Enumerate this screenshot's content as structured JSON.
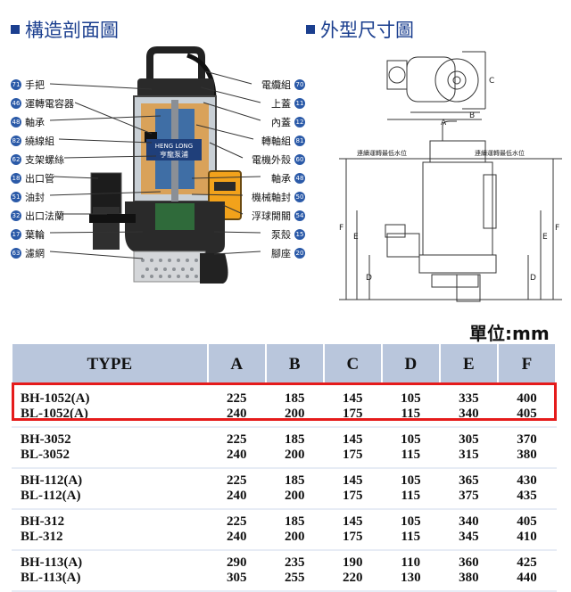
{
  "headings": {
    "cross_section": "構造剖面圖",
    "dimensions": "外型尺寸圖"
  },
  "labels_left": [
    {
      "num": "71",
      "text": "手把"
    },
    {
      "num": "46",
      "text": "運轉電容器"
    },
    {
      "num": "48",
      "text": "軸承"
    },
    {
      "num": "82",
      "text": "繞線組"
    },
    {
      "num": "62",
      "text": "支架螺絲"
    },
    {
      "num": "18",
      "text": "出口管"
    },
    {
      "num": "51",
      "text": "油封"
    },
    {
      "num": "32",
      "text": "出口法蘭"
    },
    {
      "num": "17",
      "text": "葉輪"
    },
    {
      "num": "63",
      "text": "濾網"
    }
  ],
  "labels_right": [
    {
      "num": "70",
      "text": "電纜組"
    },
    {
      "num": "11",
      "text": "上蓋"
    },
    {
      "num": "12",
      "text": "內蓋"
    },
    {
      "num": "81",
      "text": "轉軸組"
    },
    {
      "num": "60",
      "text": "電機外殼"
    },
    {
      "num": "48",
      "text": "軸承"
    },
    {
      "num": "50",
      "text": "機械軸封"
    },
    {
      "num": "54",
      "text": "浮球開關"
    },
    {
      "num": "15",
      "text": "泵殼"
    },
    {
      "num": "20",
      "text": "腳座"
    }
  ],
  "pump_brand": {
    "line1": "HENG LONG",
    "line2": "亨龍泵浦"
  },
  "drawing": {
    "dim_a": "A",
    "dim_b": "B",
    "dim_c": "C",
    "dim_d": "D",
    "dim_e": "E",
    "dim_f": "F",
    "water_level_note": "連續運轉最低水位"
  },
  "unit_label": "單位:mm",
  "table": {
    "headers": [
      "TYPE",
      "A",
      "B",
      "C",
      "D",
      "E",
      "F"
    ],
    "rows": [
      {
        "type": [
          "BH-1052(A)",
          "BL-1052(A)"
        ],
        "a": [
          "225",
          "240"
        ],
        "b": [
          "185",
          "200"
        ],
        "c": [
          "145",
          "175"
        ],
        "d": [
          "105",
          "115"
        ],
        "e": [
          "335",
          "340"
        ],
        "f": [
          "400",
          "405"
        ]
      },
      {
        "type": [
          "BH-3052",
          "BL-3052"
        ],
        "a": [
          "225",
          "240"
        ],
        "b": [
          "185",
          "200"
        ],
        "c": [
          "145",
          "175"
        ],
        "d": [
          "105",
          "115"
        ],
        "e": [
          "305",
          "315"
        ],
        "f": [
          "370",
          "380"
        ]
      },
      {
        "type": [
          "BH-112(A)",
          "BL-112(A)"
        ],
        "a": [
          "225",
          "240"
        ],
        "b": [
          "185",
          "200"
        ],
        "c": [
          "145",
          "175"
        ],
        "d": [
          "105",
          "115"
        ],
        "e": [
          "365",
          "375"
        ],
        "f": [
          "430",
          "435"
        ]
      },
      {
        "type": [
          "BH-312",
          "BL-312"
        ],
        "a": [
          "225",
          "240"
        ],
        "b": [
          "185",
          "200"
        ],
        "c": [
          "145",
          "175"
        ],
        "d": [
          "105",
          "115"
        ],
        "e": [
          "340",
          "345"
        ],
        "f": [
          "405",
          "410"
        ]
      },
      {
        "type": [
          "BH-113(A)",
          "BL-113(A)"
        ],
        "a": [
          "290",
          "305"
        ],
        "b": [
          "235",
          "255"
        ],
        "c": [
          "190",
          "220"
        ],
        "d": [
          "110",
          "130"
        ],
        "e": [
          "360",
          "380"
        ],
        "f": [
          "425",
          "440"
        ]
      }
    ]
  },
  "colors": {
    "heading": "#1b3f8f",
    "badge": "#2b5aa8",
    "table_header": "#b9c6dc",
    "highlight": "#e51b1b"
  }
}
